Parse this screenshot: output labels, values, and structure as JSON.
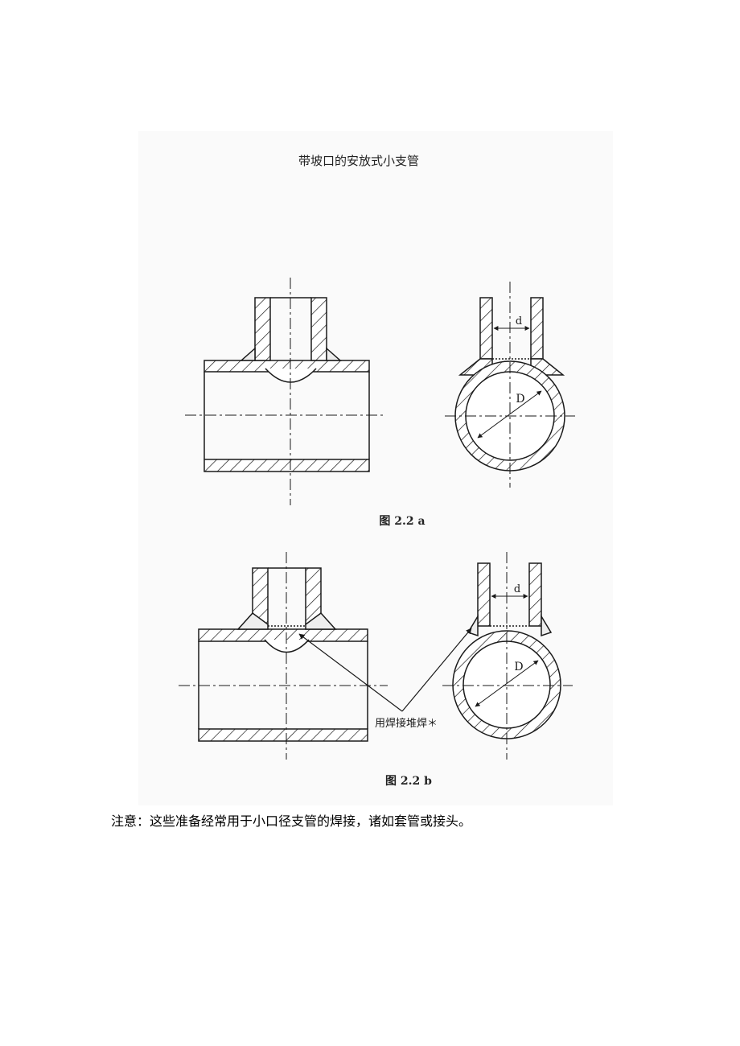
{
  "figure": {
    "title": "带坡口的安放式小支管",
    "fig_a": {
      "caption": "图 2.2 a",
      "branch_label": "d",
      "main_label": "D"
    },
    "fig_b": {
      "caption": "图 2.2 b",
      "branch_label": "d",
      "main_label": "D",
      "callout": "用焊接堆焊＊"
    }
  },
  "note": "注意：这些准备经常用于小口径支管的焊接，诸如套管或接头。",
  "colors": {
    "ink": "#1a1a1a",
    "panel": "#fafafa",
    "page": "#ffffff"
  }
}
